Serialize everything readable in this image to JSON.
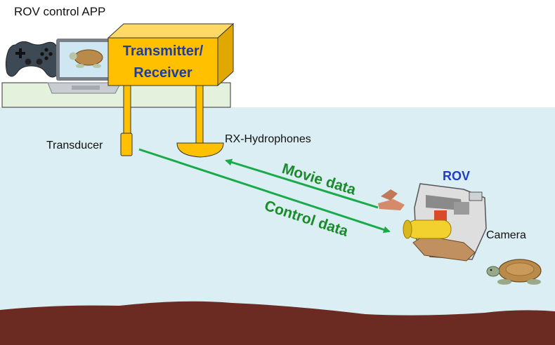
{
  "app_label": "ROV control APP",
  "transmitter_label_line1": "Transmitter/",
  "transmitter_label_line2": "Receiver",
  "transducer_label": "Transducer",
  "hydrophones_label": "RX-Hydrophones",
  "rov_label": "ROV",
  "camera_label": "Camera",
  "movie_data_label": "Movie data",
  "control_data_label": "Control data",
  "colors": {
    "water": "#daeef3",
    "seabed": "#6b2b23",
    "device": "#ffc000",
    "device_text": "#1f3c9e",
    "arrow": "#1aaa4a",
    "arrow_text": "#1a8a2a",
    "rov_text": "#1f3cc8"
  },
  "icons": [
    "gamepad-icon",
    "laptop-icon",
    "turtle-icon",
    "rov-vehicle-icon"
  ]
}
